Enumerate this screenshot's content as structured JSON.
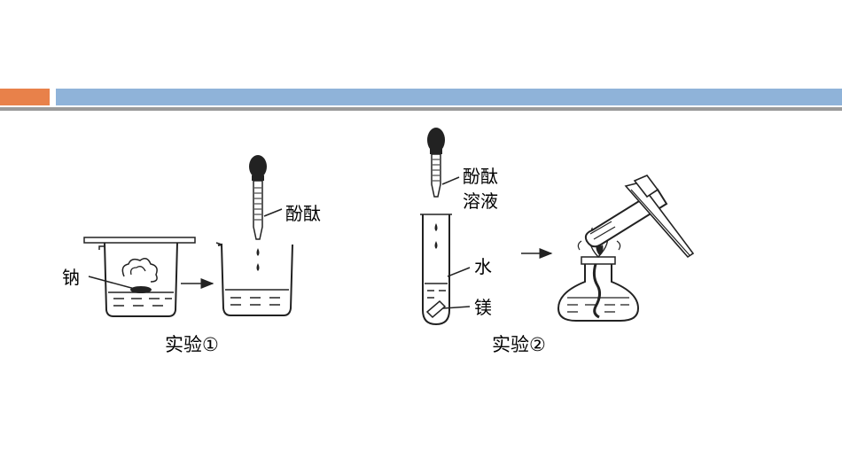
{
  "experiment1": {
    "sodium_label": "钠",
    "indicator_label": "酚酞",
    "caption": "实验①"
  },
  "experiment2": {
    "indicator_label_line1": "酚酞",
    "indicator_label_line2": "溶液",
    "water_label": "水",
    "magnesium_label": "镁",
    "caption": "实验②"
  },
  "colors": {
    "accent": "#e8814a",
    "bar": "#8fb3d9"
  }
}
